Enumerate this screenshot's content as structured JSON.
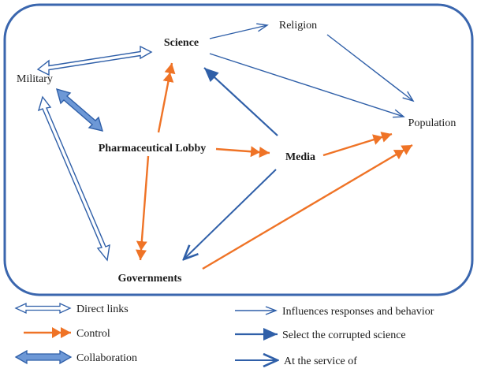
{
  "nodes": {
    "science": "Science",
    "religion": "Religion",
    "military": "Military",
    "population": "Population",
    "pharma": "Pharmaceutical Lobby",
    "media": "Media",
    "governments": "Governments"
  },
  "legend": {
    "direct_links": "Direct links",
    "control": "Control",
    "collaboration": "Collaboration",
    "influences": "Influences responses and behavior",
    "select_science": "Select the corrupted science",
    "service": "At the service of"
  },
  "colors": {
    "blue": "#2f5fa8",
    "light_blue": "#6d98d6",
    "orange": "#ef7326",
    "frame": "#3a66ae"
  }
}
